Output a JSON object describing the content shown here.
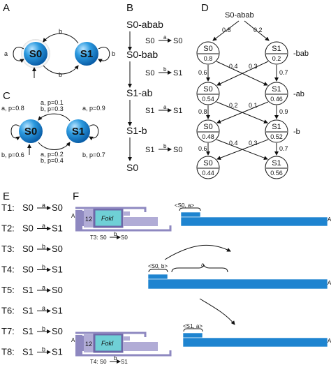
{
  "panels": {
    "A": {
      "label": "A",
      "nodes": [
        "S0",
        "S1"
      ],
      "edges": [
        "a",
        "b",
        "b",
        "b"
      ]
    },
    "B": {
      "label": "B",
      "steps": [
        "S0-abab",
        "S0-bab",
        "S1-ab",
        "S1-b",
        "S0"
      ],
      "transitions": [
        {
          "from": "S0",
          "sym": "a",
          "to": "S0"
        },
        {
          "from": "S0",
          "sym": "b",
          "to": "S1"
        },
        {
          "from": "S1",
          "sym": "a",
          "to": "S1"
        },
        {
          "from": "S1",
          "sym": "b",
          "to": "S0"
        }
      ]
    },
    "C": {
      "label": "C",
      "nodes": [
        "S0",
        "S1"
      ],
      "left_top": "a, p=0.8",
      "left_bottom": "b, p=0.6",
      "mid_top_a": "a, p=0.1",
      "mid_top_b": "b, p=0.3",
      "mid_bot_a": "a, p=0.2",
      "mid_bot_b": "b, p=0.4",
      "right_top": "a, p=0.9",
      "right_bottom": "b, p=0.7"
    },
    "D": {
      "label": "D",
      "root": "S0-abab",
      "root_left": "0.8",
      "root_right": "0.2",
      "rows": [
        {
          "s0": "S0",
          "p0": "0.8",
          "s1": "S1",
          "p1": "0.2",
          "suffix": "-bab"
        },
        {
          "s0": "S0",
          "p0": "0.54",
          "s1": "S1",
          "p1": "0.46",
          "suffix": "-ab"
        },
        {
          "s0": "S0",
          "p0": "0.48",
          "s1": "S1",
          "p1": "0.52",
          "suffix": "-b"
        },
        {
          "s0": "S0",
          "p0": "0.44",
          "s1": "S1",
          "p1": "0.56",
          "suffix": ""
        }
      ],
      "edge_probs": [
        {
          "left": "0.6",
          "cross1": "0.4",
          "cross2": "0.3",
          "right": "0.7"
        },
        {
          "left": "0.8",
          "cross1": "0.2",
          "cross2": "0.1",
          "right": "0.9"
        },
        {
          "left": "0.6",
          "cross1": "0.4",
          "cross2": "0.3",
          "right": "0.7"
        }
      ]
    },
    "E": {
      "label": "E",
      "rows": [
        {
          "t": "T1:",
          "from": "S0",
          "sym": "a",
          "to": "S0"
        },
        {
          "t": "T2:",
          "from": "S0",
          "sym": "a",
          "to": "S1"
        },
        {
          "t": "T3:",
          "from": "S0",
          "sym": "b",
          "to": "S0"
        },
        {
          "t": "T4:",
          "from": "S0",
          "sym": "b",
          "to": "S1"
        },
        {
          "t": "T5:",
          "from": "S1",
          "sym": "a",
          "to": "S0"
        },
        {
          "t": "T6:",
          "from": "S1",
          "sym": "a",
          "to": "S1"
        },
        {
          "t": "T7:",
          "from": "S1",
          "sym": "b",
          "to": "S0"
        },
        {
          "t": "T8:",
          "from": "S1",
          "sym": "b",
          "to": "S1"
        }
      ]
    },
    "F": {
      "label": "F",
      "fokl": "FokI",
      "num": "12",
      "t3": "T3: S0",
      "t3_sym": "b",
      "t3_to": "S0",
      "t4": "T4: S0",
      "t4_sym": "b",
      "t4_to": "S1",
      "s0a": "<S0, a>",
      "s0b": "<S0, b>",
      "a": "a",
      "s1a": "<S1, a>",
      "A": "A"
    }
  }
}
